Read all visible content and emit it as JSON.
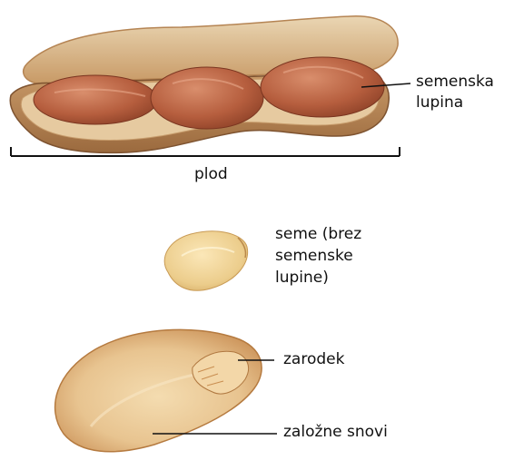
{
  "labels": {
    "seed_coat_line1": "semenska",
    "seed_coat_line2": "lupina",
    "fruit": "plod",
    "seed_line1": "seme (brez",
    "seed_line2": "semenske",
    "seed_line3": "lupine)",
    "embryo": "zarodek",
    "storage": "založne snovi"
  }
}
